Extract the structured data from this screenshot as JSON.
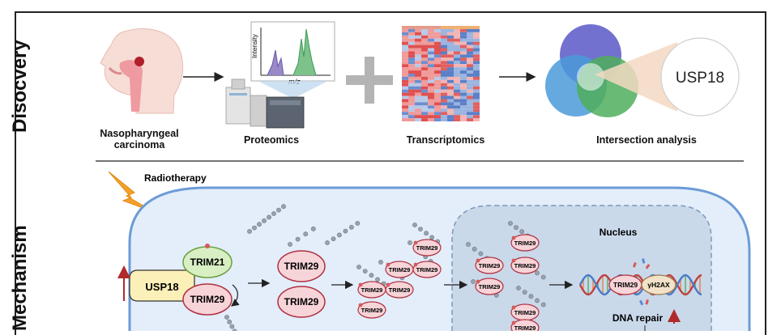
{
  "sections": {
    "discovery": "Disocvery",
    "mechanism": "Mechanism"
  },
  "discovery": {
    "step1_caption_line1": "Nasopharyngeal",
    "step1_caption_line2": "carcinoma",
    "step2_caption": "Proteomics",
    "step2_axis_y": "Intensity",
    "step2_axis_x": "m/z",
    "step3_caption": "Transcriptomics",
    "step4_caption": "Intersection analysis",
    "result_label": "USP18"
  },
  "mechanism": {
    "radiotherapy_label": "Radiotherapy",
    "nucleus_label": "Nucleus",
    "usp18_label": "USP18",
    "trim21_label": "TRIM21",
    "trim29_label": "TRIM29",
    "gamma_h2ax_label": "γH2AX",
    "dna_repair_label": "DNA repair"
  },
  "colors": {
    "trim29_fill": "#f7d4d8",
    "trim29_stroke": "#b03040",
    "trim21_fill": "#d8efc4",
    "trim21_stroke": "#6aa040",
    "usp18_fill": "#fbf0b8",
    "cell_fill": "#e3eefa",
    "nucleus_fill": "#c9d9ea",
    "arrow_red": "#b02a2a"
  }
}
